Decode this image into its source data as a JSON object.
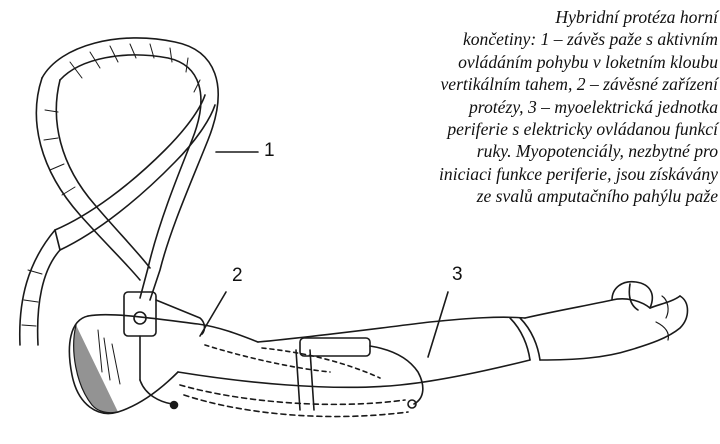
{
  "caption": {
    "lines": [
      "Hybridní protéza horní",
      "končetiny: 1 – závěs paže s aktivním",
      "ovládáním pohybu v loketním kloubu",
      "vertikálním tahem, 2 – závěsné zařízení",
      "protézy, 3 – myoelektrická jednotka",
      "periferie s elektricky ovládanou funkcí",
      "ruky. Myopotenciály, nezbytné pro",
      "iniciaci funkce periferie, jsou získávány",
      "ze svalů amputačního pahýlu paže"
    ]
  },
  "callouts": [
    "1",
    "2",
    "3"
  ]
}
